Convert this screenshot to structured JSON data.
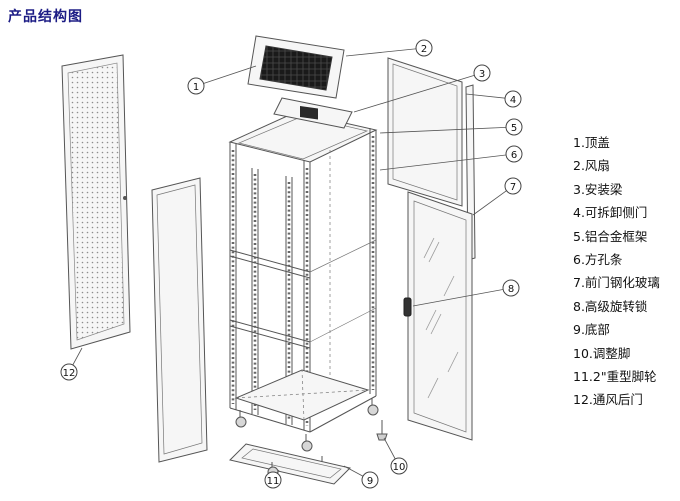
{
  "title": "产品结构图",
  "colors": {
    "title_text": "#1c1c85",
    "line": "#555555",
    "fan_core": "#1a1a1a",
    "background": "#ffffff"
  },
  "callouts": [
    "1",
    "2",
    "3",
    "4",
    "5",
    "6",
    "7",
    "8",
    "9",
    "10",
    "11",
    "12"
  ],
  "legend": [
    "1.顶盖",
    "2.风扇",
    "3.安装梁",
    "4.可拆卸侧门",
    "5.铝合金框架",
    "6.方孔条",
    "7.前门钢化玻璃",
    "8.高级旋转锁",
    "9.底部",
    "10.调整脚",
    "11.2\"重型脚轮",
    "12.通风后门"
  ]
}
